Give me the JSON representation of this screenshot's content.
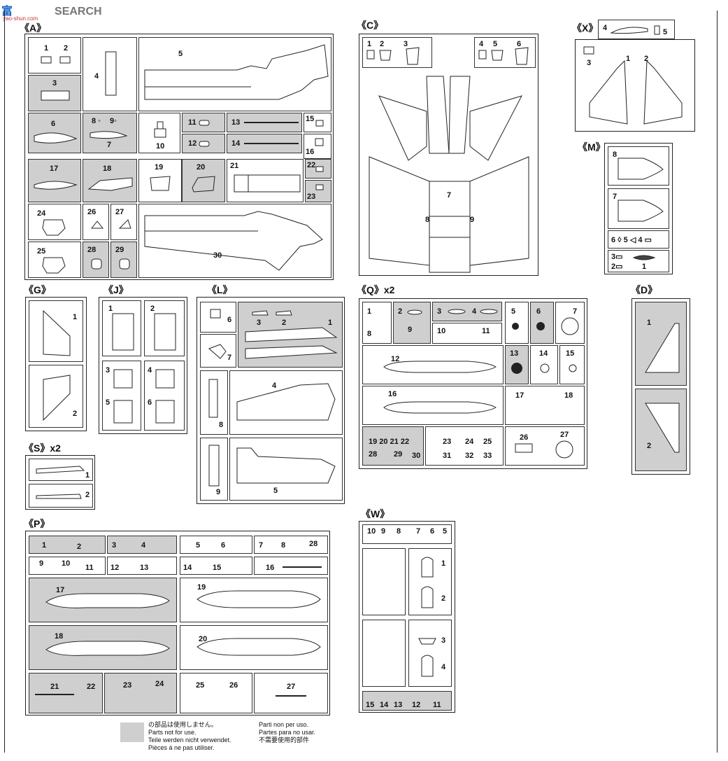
{
  "watermark": {
    "brand_cn": "富",
    "brand_en": "SEARCH",
    "url": "yao-shun.com"
  },
  "frames": {
    "A": {
      "title": "《A》"
    },
    "C": {
      "title": "《C》"
    },
    "X": {
      "title": "《X》"
    },
    "M": {
      "title": "《M》"
    },
    "G": {
      "title": "《G》"
    },
    "J": {
      "title": "《J》"
    },
    "L": {
      "title": "《L》"
    },
    "Q": {
      "title": "《Q》x2"
    },
    "D": {
      "title": "《D》"
    },
    "S": {
      "title": "《S》x2"
    },
    "P": {
      "title": "《P》"
    },
    "W": {
      "title": "《W》"
    }
  },
  "legend": {
    "col1": [
      "の部品は使用しません。",
      "Parts not for use.",
      "Teile werden nicht verwendet.",
      "Pièces á ne pas utiliser."
    ],
    "col2": [
      "Parti non per uso.",
      "Partes para no usar.",
      "不需要使用的部件"
    ]
  }
}
